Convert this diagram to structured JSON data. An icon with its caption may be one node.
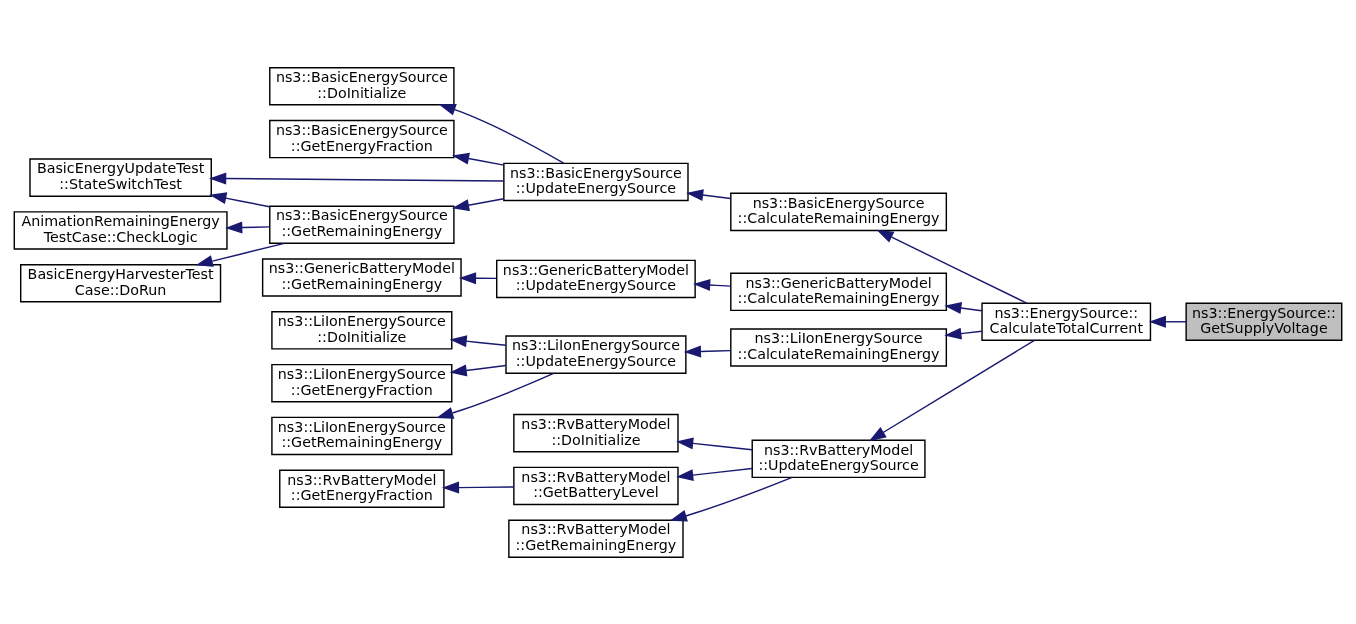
{
  "diagram": {
    "nodes": [
      {
        "text": [
          "ns3::EnergySource:: GetSupplyVoltage"
        ]
      },
      {
        "text": [
          "ns3::EnergySource:: CalculateTotalCurrent"
        ]
      },
      {
        "text": [
          "ns3::BasicEnergySource ::CalculateRemainingEnergy"
        ]
      },
      {
        "text": [
          "ns3::GenericBatteryModel ::CalculateRemainingEnergy"
        ]
      },
      {
        "text": [
          "ns3::LiIonEnergySource ::CalculateRemainingEnergy"
        ]
      },
      {
        "text": [
          "ns3::RvBatteryModel ::UpdateEnergySource"
        ]
      },
      {
        "text": [
          "ns3::BasicEnergySource ::UpdateEnergySource"
        ]
      },
      {
        "text": [
          "ns3::GenericBatteryModel ::UpdateEnergySource"
        ]
      },
      {
        "text": [
          "ns3::LiIonEnergySource ::UpdateEnergySource"
        ]
      },
      {
        "text": [
          "ns3::RvBatteryModel ::DoInitialize"
        ]
      },
      {
        "text": [
          "ns3::RvBatteryModel ::GetBatteryLevel"
        ]
      },
      {
        "text": [
          "ns3::RvBatteryModel ::GetRemainingEnergy"
        ]
      },
      {
        "text": [
          "ns3::BasicEnergySource ::DoInitialize"
        ]
      },
      {
        "text": [
          "ns3::BasicEnergySource ::GetEnergyFraction"
        ]
      },
      {
        "text": [
          "ns3::BasicEnergySource ::GetRemainingEnergy"
        ]
      },
      {
        "text": [
          "BasicEnergyUpdateTest ::StateSwitchTest"
        ]
      },
      {
        "text": [
          "ns3::GenericBatteryModel ::GetRemainingEnergy"
        ]
      },
      {
        "text": [
          "ns3::LiIonEnergySource ::DoInitialize"
        ]
      },
      {
        "text": [
          "ns3::LiIonEnergySource ::GetEnergyFraction"
        ]
      },
      {
        "text": [
          "ns3::LiIonEnergySource ::GetRemainingEnergy"
        ]
      },
      {
        "text": [
          "ns3::RvBatteryModel ::GetEnergyFraction"
        ]
      },
      {
        "text": [
          "AnimationRemainingEnergy TestCase::CheckLogic"
        ]
      },
      {
        "text": [
          "BasicEnergyHarvesterTest Case::DoRun"
        ]
      }
    ],
    "edges": [
      {
        "from": 0,
        "to": 1,
        "arrow": "to"
      },
      {
        "from": 1,
        "to": 2,
        "arrow": "to"
      },
      {
        "from": 1,
        "to": 3,
        "arrow": "to"
      },
      {
        "from": 1,
        "to": 4,
        "arrow": "to"
      },
      {
        "from": 1,
        "to": 5,
        "arrow": "to"
      },
      {
        "from": 2,
        "to": 6,
        "arrow": "to"
      },
      {
        "from": 3,
        "to": 7,
        "arrow": "to"
      },
      {
        "from": 4,
        "to": 8,
        "arrow": "to"
      },
      {
        "from": 5,
        "to": 9,
        "arrow": "to"
      },
      {
        "from": 5,
        "to": 10,
        "arrow": "to"
      },
      {
        "from": 5,
        "to": 11,
        "arrow": "to"
      },
      {
        "from": 6,
        "to": 12,
        "arrow": "to"
      },
      {
        "from": 6,
        "to": 13,
        "arrow": "to"
      },
      {
        "from": 6,
        "to": 14,
        "arrow": "to"
      },
      {
        "from": 6,
        "to": 15,
        "arrow": "to"
      },
      {
        "from": 7,
        "to": 16,
        "arrow": "to"
      },
      {
        "from": 8,
        "to": 17,
        "arrow": "to"
      },
      {
        "from": 8,
        "to": 18,
        "arrow": "to"
      },
      {
        "from": 8,
        "to": 19,
        "arrow": "to"
      },
      {
        "from": 10,
        "to": 20,
        "arrow": "to"
      },
      {
        "from": 14,
        "to": 21,
        "arrow": "to"
      },
      {
        "from": 14,
        "to": 22,
        "arrow": "to"
      },
      {
        "from": 14,
        "to": 15,
        "arrow": "to"
      }
    ]
  }
}
